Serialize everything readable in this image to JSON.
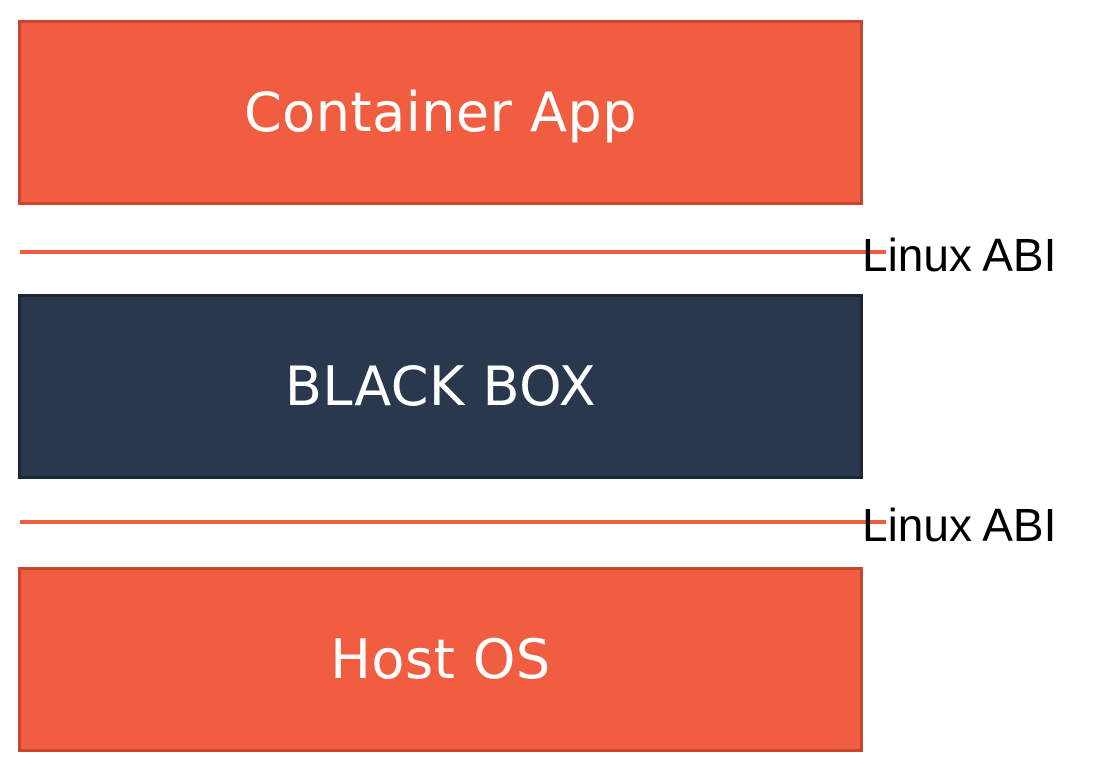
{
  "layers": {
    "container_app": {
      "label": "Container App",
      "color": "#f05d40"
    },
    "black_box": {
      "label": "BLACK BOX",
      "color": "#2a384d"
    },
    "host_os": {
      "label": "Host OS",
      "color": "#f05d40"
    }
  },
  "interfaces": {
    "top": {
      "label": "Linux ABI",
      "line_color": "#f05d40"
    },
    "bottom": {
      "label": "Linux ABI",
      "line_color": "#f05d40"
    }
  }
}
